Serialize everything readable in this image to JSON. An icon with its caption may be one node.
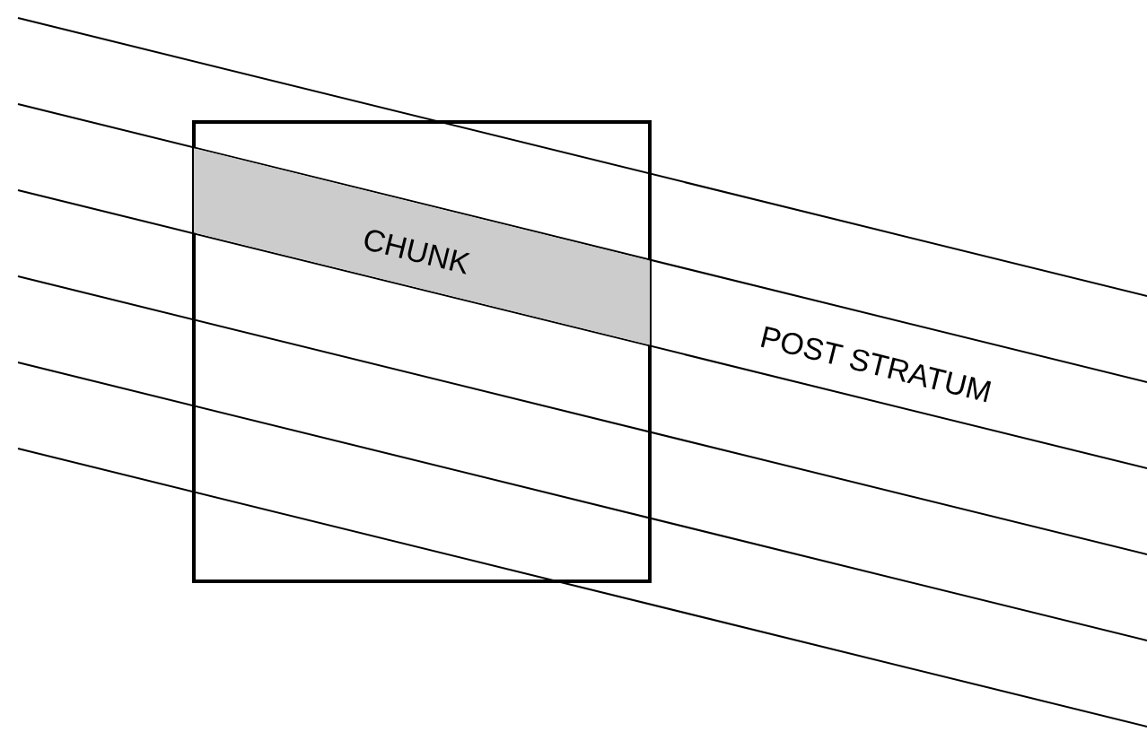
{
  "diagram": {
    "nodes": [
      {
        "text": [],
        "shape": "box"
      },
      {
        "text": [
          "CHUNK"
        ],
        "in": 0
      }
    ],
    "labels": [
      "POST STRATUM"
    ]
  }
}
